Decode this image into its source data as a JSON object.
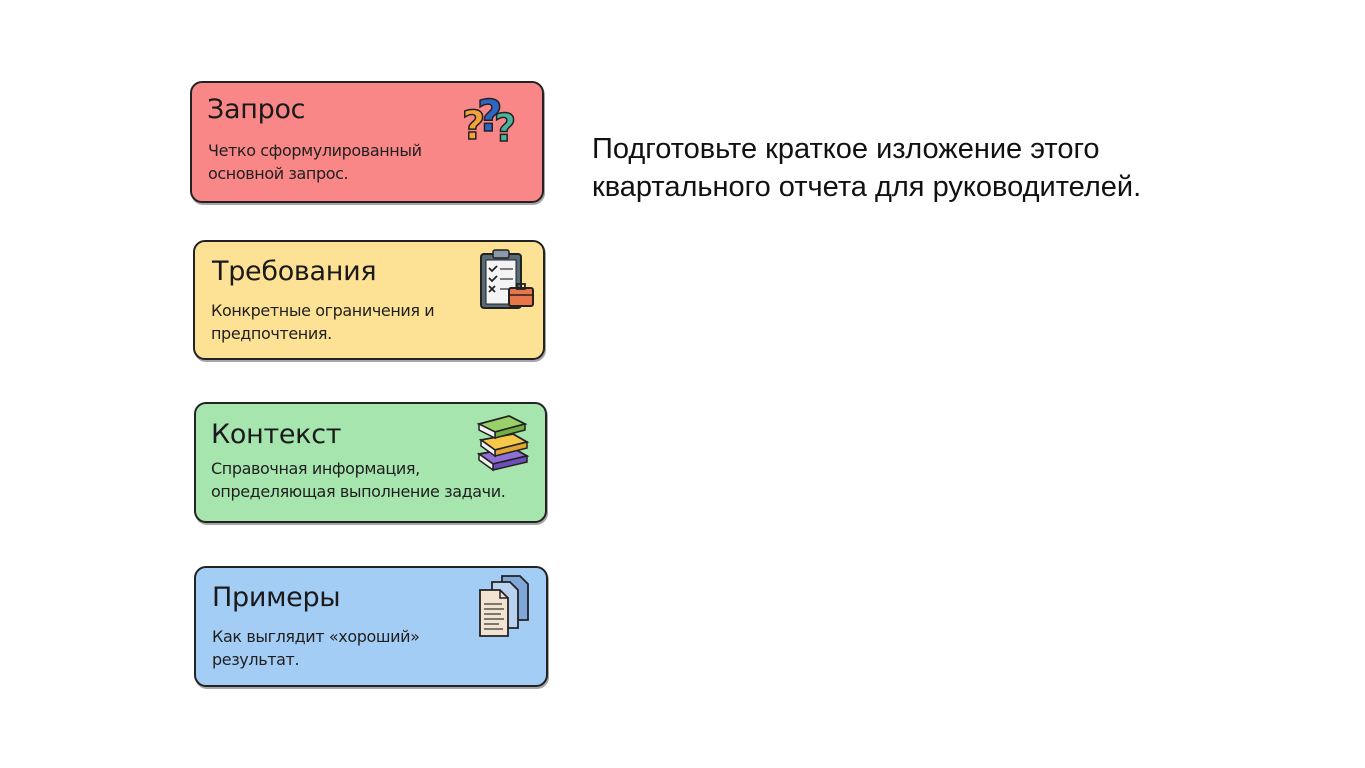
{
  "cards": [
    {
      "id": "request",
      "title": "Запрос",
      "desc_lines": [
        "Четко сформулированный",
        "основной запрос."
      ],
      "color": "#f98787",
      "icon": "question-marks-icon"
    },
    {
      "id": "requirements",
      "title": "Требования",
      "desc_lines": [
        "Конкретные ограничения и",
        "предпочтения."
      ],
      "color": "#fde295",
      "icon": "clipboard-checklist-icon"
    },
    {
      "id": "context",
      "title": "Контекст",
      "desc_lines": [
        "Справочная информация,",
        "определяющая выполнение задачи."
      ],
      "color": "#a6e6ae",
      "icon": "books-stack-icon"
    },
    {
      "id": "examples",
      "title": "Примеры",
      "desc_lines": [
        "Как выглядит «хороший»",
        "результат."
      ],
      "color": "#a4cdf5",
      "icon": "documents-stack-icon"
    }
  ],
  "prompt": {
    "lines": [
      "Подготовьте краткое изложение этого",
      "квартального отчета для руководителей."
    ]
  }
}
